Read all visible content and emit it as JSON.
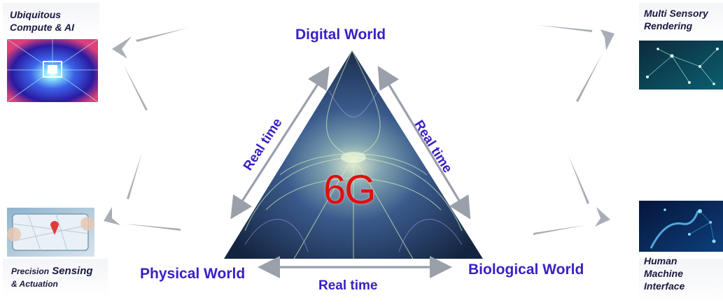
{
  "center_label": "6G",
  "worlds": {
    "digital": "Digital World",
    "physical": "Physical World",
    "biological": "Biological World"
  },
  "edges": {
    "left": "Real time",
    "right": "Real time",
    "bottom": "Real time"
  },
  "features": {
    "top_left": {
      "line1": "Ubiquitous",
      "line2": "Compute & AI"
    },
    "bottom_left": {
      "line1_small": "Precision",
      "line1_big": " Sensing",
      "line2": "& Actuation"
    },
    "top_right": {
      "line1": "Multi Sensory",
      "line2": "Rendering"
    },
    "bottom_right": {
      "line1": "Human",
      "line2": "Machine",
      "line3": "Interface"
    }
  },
  "colors": {
    "label_blue": "#3a1fc4",
    "center_red": "#e01010",
    "arrow_gray": "#9aa0aa",
    "triangle_dark": "#1c2f5a"
  }
}
